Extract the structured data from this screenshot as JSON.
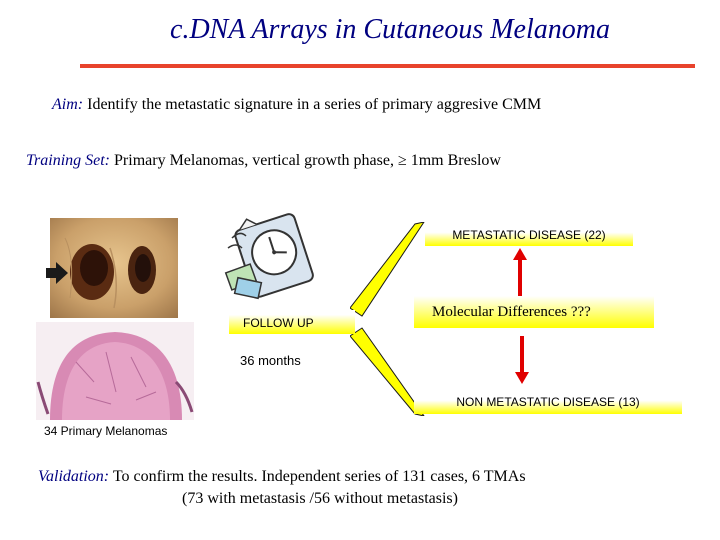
{
  "title": "c.DNA Arrays in Cutaneous Melanoma",
  "aim": {
    "label": "Aim:",
    "text": "Identify the metastatic signature in a series of primary aggresive CMM"
  },
  "training": {
    "label": "Training Set:",
    "text": "Primary Melanomas, vertical growth phase, ≥ 1mm Breslow"
  },
  "diagram": {
    "metastatic": "METASTATIC DISEASE (22)",
    "molecular": "Molecular Differences ???",
    "follow_up": "FOLLOW UP",
    "months": "36 months",
    "non_metastatic": "NON METASTATIC DISEASE (13)",
    "photo_caption": "34 Primary Melanomas"
  },
  "validation": {
    "label": "Validation:",
    "text": "To confirm the results. Independent series of 131 cases, 6 TMAs",
    "text2": "(73 with metastasis /56 without metastasis)"
  },
  "colors": {
    "title": "#000080",
    "rule": "#e8432c",
    "box": "#ffff00",
    "arrow": "#e00000"
  }
}
